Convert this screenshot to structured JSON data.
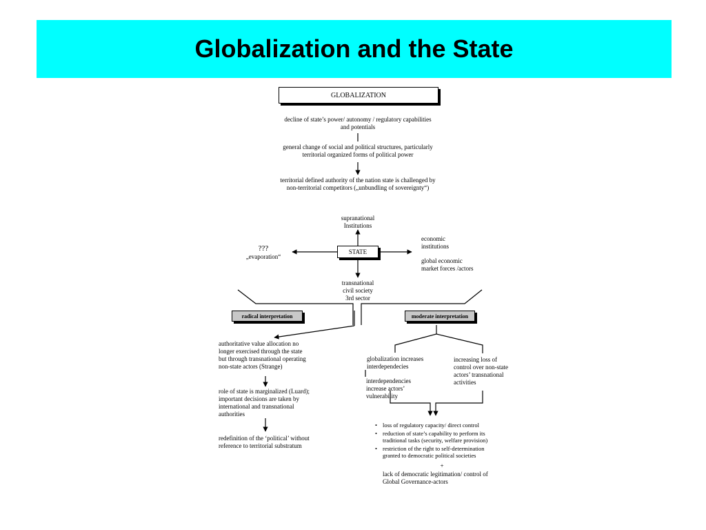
{
  "title": "Globalization and the State",
  "accent_color": "#00ffff",
  "top": {
    "globalization_box": "GLOBALIZATION",
    "step1": "decline of state’s power/ autonomy / regulatory capabilities\nand potentials",
    "step2": "general change of social and political structures, particularly\nterritorial organized forms of political power",
    "step3": "territorial defined authority of the nation state is challenged by\nnon-territorial competitors („unbundling of sovereignty“)"
  },
  "state_cross": {
    "state_box": "STATE",
    "up": "supranational\nInstitutions",
    "left_1": "???",
    "left_2": "„evaporation“",
    "right_1": "economic\ninstitutions",
    "right_2": "global economic\nmarket forces /actors",
    "down": "transnational\ncivil society\n3rd sector"
  },
  "radical": {
    "label": "radical interpretation",
    "p1": "authoritative value allocation no\nlonger exercised through the state\nbut through transnational operating\nnon-state actors (Strange)",
    "p2": "role of state is marginalized (Luard);\nimportant decisions are taken by\ninternational and transnational\nauthorities",
    "p3": "redefinition of the ‘political’ without\nreference to territorial substratum"
  },
  "moderate": {
    "label": "moderate interpretation",
    "left_1": "globalization increases\ninterdependecies",
    "left_2": "interdependencies\nincrease actors’\nvulnerability",
    "right_1": "increasing loss of\ncontrol over non-state\nactors’ transnational\nactivities",
    "bullets": [
      "loss of regulatory capacity/ direct control",
      "reduction of state’s capability to perform its\ntraditional tasks (security, welfare provision)",
      "restriction of the right to self-determination\ngranted to democratic political societies"
    ],
    "plus": "+",
    "extra": "lack of democratic legitimation/ control of\nGlobal Governance-actors"
  }
}
